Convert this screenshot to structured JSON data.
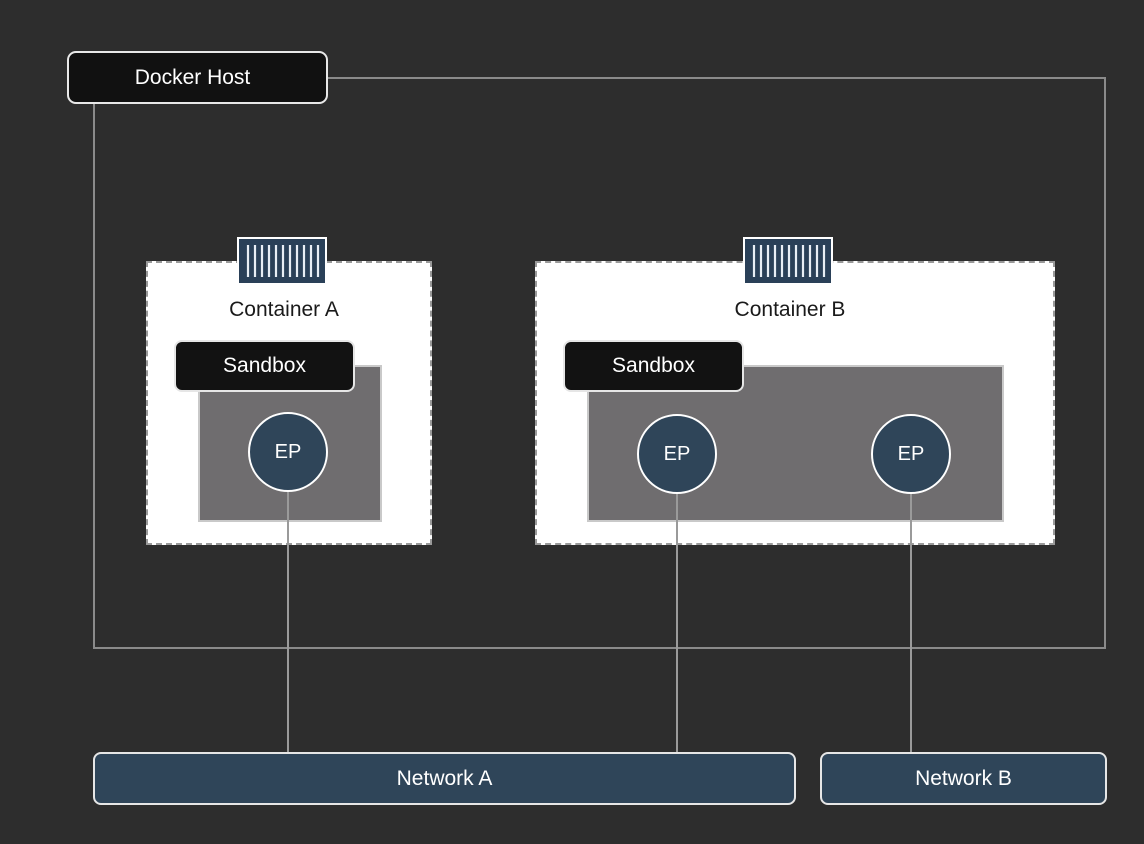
{
  "host": {
    "label": "Docker Host"
  },
  "containers": [
    {
      "title": "Container A",
      "sandbox_label": "Sandbox",
      "endpoints": [
        "EP"
      ]
    },
    {
      "title": "Container B",
      "sandbox_label": "Sandbox",
      "endpoints": [
        "EP",
        "EP"
      ]
    }
  ],
  "networks": [
    {
      "label": "Network A"
    },
    {
      "label": "Network B"
    }
  ],
  "icons": {
    "container": "shipping-container-icon"
  },
  "colors": {
    "background": "#2d2d2d",
    "container_fill": "#ffffff",
    "sandbox_fill": "#6f6d6f",
    "label_fill": "#111111",
    "endpoint_fill": "#2f4559",
    "network_fill": "#2f4559",
    "frame_stroke": "#8a8a8a"
  }
}
